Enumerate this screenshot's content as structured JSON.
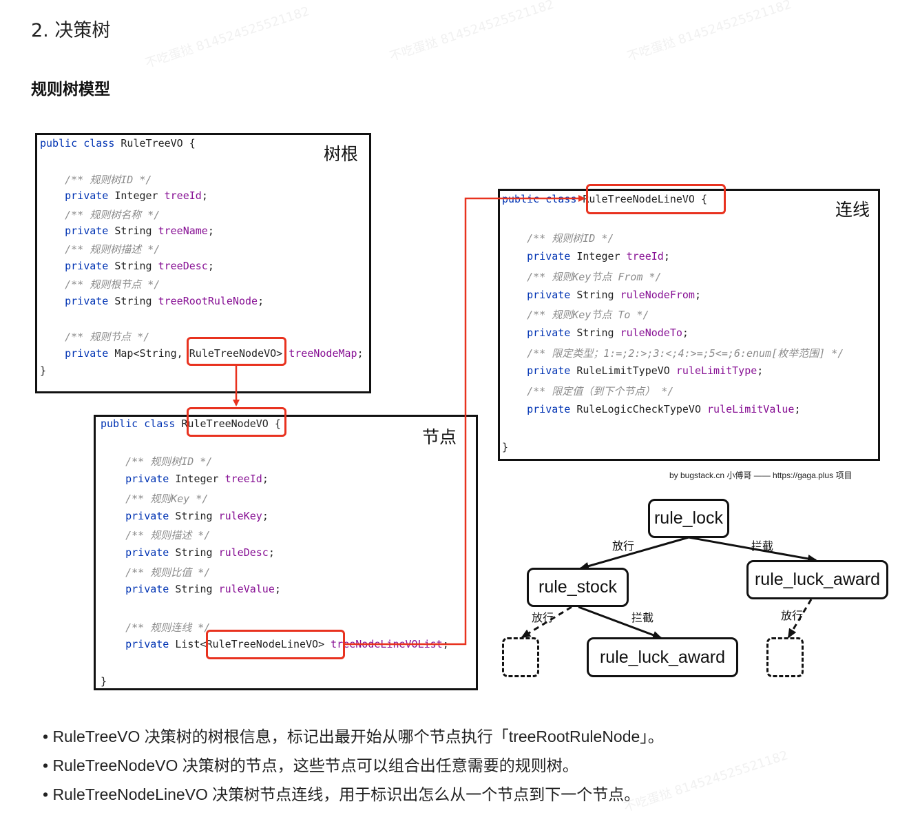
{
  "heading": "2. 决策树",
  "subheading": "规则树模型",
  "watermark": "不吃蛋挞 814524525521182",
  "tree_root": {
    "label": "树根",
    "lines": [
      {
        "parts": [
          [
            "kw",
            "public class "
          ],
          [
            "tx",
            "RuleTreeVO {"
          ]
        ]
      },
      {
        "parts": []
      },
      {
        "parts": [
          [
            "cm",
            "    /** 规则树ID */"
          ]
        ]
      },
      {
        "parts": [
          [
            "kw",
            "    private "
          ],
          [
            "tx",
            "Integer "
          ],
          [
            "fd",
            "treeId"
          ],
          [
            "tx",
            ";"
          ]
        ]
      },
      {
        "parts": [
          [
            "cm",
            "    /** 规则树名称 */"
          ]
        ]
      },
      {
        "parts": [
          [
            "kw",
            "    private "
          ],
          [
            "tx",
            "String "
          ],
          [
            "fd",
            "treeName"
          ],
          [
            "tx",
            ";"
          ]
        ]
      },
      {
        "parts": [
          [
            "cm",
            "    /** 规则树描述 */"
          ]
        ]
      },
      {
        "parts": [
          [
            "kw",
            "    private "
          ],
          [
            "tx",
            "String "
          ],
          [
            "fd",
            "treeDesc"
          ],
          [
            "tx",
            ";"
          ]
        ]
      },
      {
        "parts": [
          [
            "cm",
            "    /** 规则根节点 */"
          ]
        ]
      },
      {
        "parts": [
          [
            "kw",
            "    private "
          ],
          [
            "tx",
            "String "
          ],
          [
            "fd",
            "treeRootRuleNode"
          ],
          [
            "tx",
            ";"
          ]
        ]
      },
      {
        "parts": []
      },
      {
        "parts": [
          [
            "cm",
            "    /** 规则节点 */"
          ]
        ]
      },
      {
        "parts": [
          [
            "kw",
            "    private "
          ],
          [
            "tx",
            "Map<String, RuleTreeNodeVO> "
          ],
          [
            "fd",
            "treeNodeMap"
          ],
          [
            "tx",
            ";"
          ]
        ]
      },
      {
        "parts": [
          [
            "tx",
            "}"
          ]
        ]
      }
    ]
  },
  "tree_node": {
    "label": "节点",
    "lines": [
      {
        "parts": [
          [
            "kw",
            "public class "
          ],
          [
            "tx",
            "RuleTreeNodeVO {"
          ]
        ]
      },
      {
        "parts": []
      },
      {
        "parts": [
          [
            "cm",
            "    /** 规则树ID */"
          ]
        ]
      },
      {
        "parts": [
          [
            "kw",
            "    private "
          ],
          [
            "tx",
            "Integer "
          ],
          [
            "fd",
            "treeId"
          ],
          [
            "tx",
            ";"
          ]
        ]
      },
      {
        "parts": [
          [
            "cm",
            "    /** 规则Key */"
          ]
        ]
      },
      {
        "parts": [
          [
            "kw",
            "    private "
          ],
          [
            "tx",
            "String "
          ],
          [
            "fd",
            "ruleKey"
          ],
          [
            "tx",
            ";"
          ]
        ]
      },
      {
        "parts": [
          [
            "cm",
            "    /** 规则描述 */"
          ]
        ]
      },
      {
        "parts": [
          [
            "kw",
            "    private "
          ],
          [
            "tx",
            "String "
          ],
          [
            "fd",
            "ruleDesc"
          ],
          [
            "tx",
            ";"
          ]
        ]
      },
      {
        "parts": [
          [
            "cm",
            "    /** 规则比值 */"
          ]
        ]
      },
      {
        "parts": [
          [
            "kw",
            "    private "
          ],
          [
            "tx",
            "String "
          ],
          [
            "fd",
            "ruleValue"
          ],
          [
            "tx",
            ";"
          ]
        ]
      },
      {
        "parts": []
      },
      {
        "parts": [
          [
            "cm",
            "    /** 规则连线 */"
          ]
        ]
      },
      {
        "parts": [
          [
            "kw",
            "    private "
          ],
          [
            "tx",
            "List<RuleTreeNodeLineVO> "
          ],
          [
            "fd",
            "treeNodeLineVOList"
          ],
          [
            "tx",
            ";"
          ]
        ]
      },
      {
        "parts": []
      },
      {
        "parts": [
          [
            "tx",
            "}"
          ]
        ]
      }
    ]
  },
  "tree_line": {
    "label": "连线",
    "lines": [
      {
        "parts": [
          [
            "kw",
            "public class "
          ],
          [
            "tx",
            "RuleTreeNodeLineVO {"
          ]
        ]
      },
      {
        "parts": []
      },
      {
        "parts": [
          [
            "cm",
            "    /** 规则树ID */"
          ]
        ]
      },
      {
        "parts": [
          [
            "kw",
            "    private "
          ],
          [
            "tx",
            "Integer "
          ],
          [
            "fd",
            "treeId"
          ],
          [
            "tx",
            ";"
          ]
        ]
      },
      {
        "parts": [
          [
            "cm",
            "    /** 规则Key节点 From */"
          ]
        ]
      },
      {
        "parts": [
          [
            "kw",
            "    private "
          ],
          [
            "tx",
            "String "
          ],
          [
            "fd",
            "ruleNodeFrom"
          ],
          [
            "tx",
            ";"
          ]
        ]
      },
      {
        "parts": [
          [
            "cm",
            "    /** 规则Key节点 To */"
          ]
        ]
      },
      {
        "parts": [
          [
            "kw",
            "    private "
          ],
          [
            "tx",
            "String "
          ],
          [
            "fd",
            "ruleNodeTo"
          ],
          [
            "tx",
            ";"
          ]
        ]
      },
      {
        "parts": [
          [
            "cm",
            "    /** 限定类型；1:=;2:>;3:<;4:>=;5<=;6:enum[枚举范围] */"
          ]
        ]
      },
      {
        "parts": [
          [
            "kw",
            "    private "
          ],
          [
            "tx",
            "RuleLimitTypeVO "
          ],
          [
            "fd",
            "ruleLimitType"
          ],
          [
            "tx",
            ";"
          ]
        ]
      },
      {
        "parts": [
          [
            "cm",
            "    /** 限定值（到下个节点） */"
          ]
        ]
      },
      {
        "parts": [
          [
            "kw",
            "    private "
          ],
          [
            "tx",
            "RuleLogicCheckTypeVO "
          ],
          [
            "fd",
            "ruleLimitValue"
          ],
          [
            "tx",
            ";"
          ]
        ]
      },
      {
        "parts": []
      },
      {
        "parts": [
          [
            "tx",
            "}"
          ]
        ]
      }
    ]
  },
  "credit": "by bugstack.cn 小傅哥 —— https://gaga.plus 项目",
  "diagram": {
    "nodes": {
      "root": "rule_lock",
      "stock": "rule_stock",
      "luck_right": "rule_luck_award",
      "luck_bottom": "rule_luck_award"
    },
    "edges": {
      "pass": "放行",
      "block": "拦截"
    }
  },
  "bullets": [
    "• RuleTreeVO 决策树的树根信息，标记出最开始从哪个节点执行「treeRootRuleNode」。",
    "• RuleTreeNodeVO 决策树的节点，这些节点可以组合出任意需要的规则树。",
    "• RuleTreeNodeLineVO 决策树节点连线，用于标识出怎么从一个节点到下一个节点。"
  ]
}
